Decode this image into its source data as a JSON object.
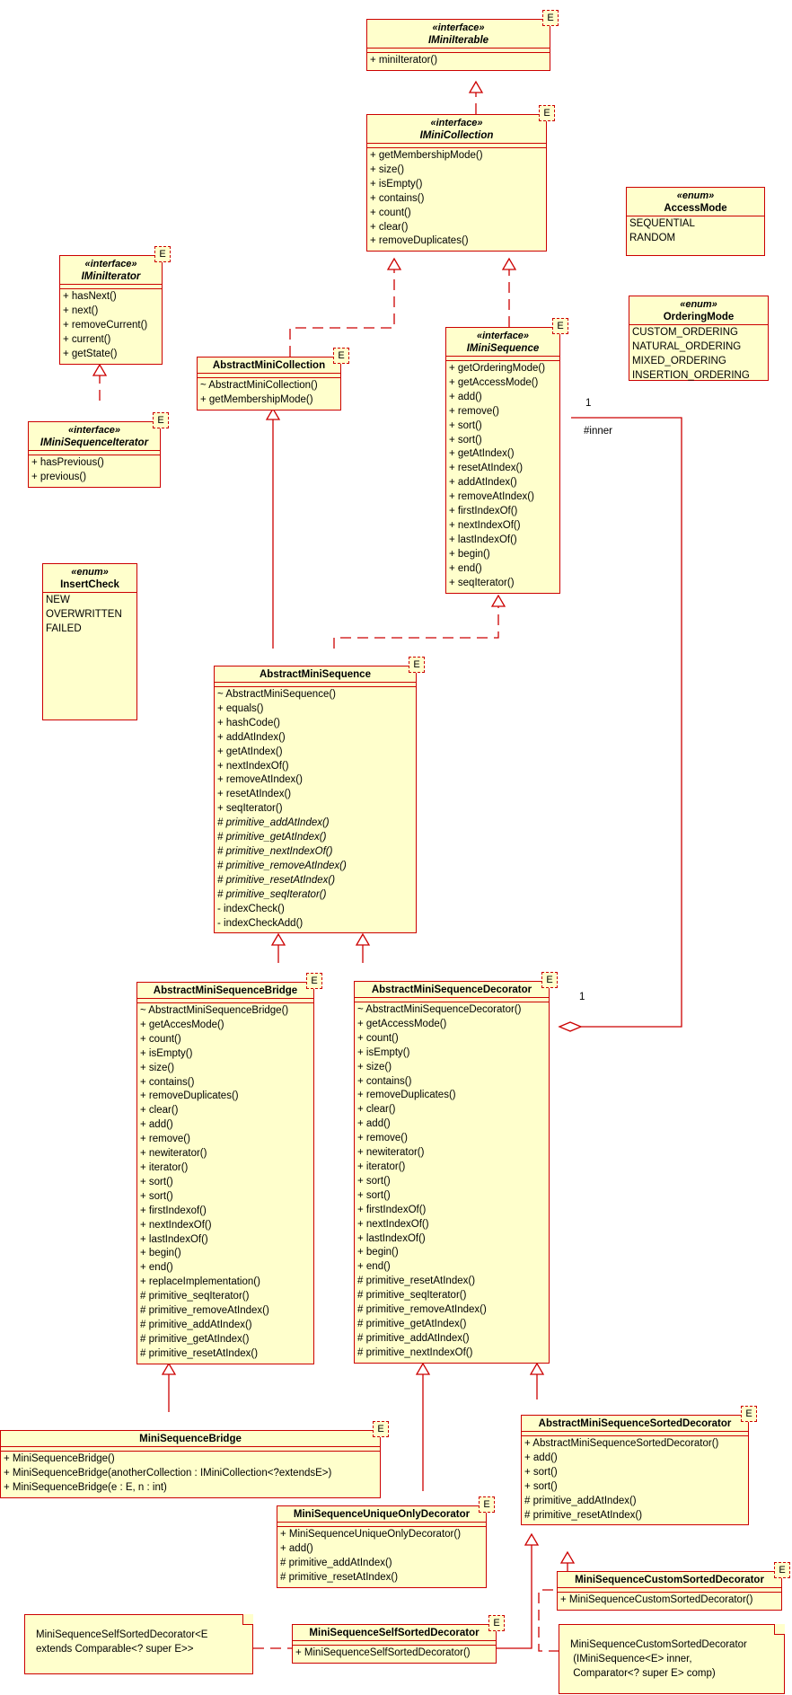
{
  "classes": {
    "IMiniIterable": {
      "stereotype": "«interface»",
      "name": "IMiniIterable",
      "italic": true,
      "tag": "E",
      "members": [
        "+ miniIterator()"
      ]
    },
    "IMiniCollection": {
      "stereotype": "«interface»",
      "name": "IMiniCollection",
      "italic": true,
      "tag": "E",
      "members": [
        "+ getMembershipMode()",
        "+ size()",
        "+ isEmpty()",
        "+ contains()",
        "+ count()",
        "+ clear()",
        "+ removeDuplicates()"
      ]
    },
    "IMiniIterator": {
      "stereotype": "«interface»",
      "name": "IMiniIterator",
      "italic": true,
      "tag": "E",
      "members": [
        "+ hasNext()",
        "+ next()",
        "+ removeCurrent()",
        "+ current()",
        "+ getState()"
      ]
    },
    "IMiniSequenceIterator": {
      "stereotype": "«interface»",
      "name": "IMiniSequenceIterator",
      "italic": true,
      "tag": "E",
      "members": [
        "+ hasPrevious()",
        "+ previous()"
      ]
    },
    "AbstractMiniCollection": {
      "name": "AbstractMiniCollection",
      "italic": false,
      "tag": "E",
      "members": [
        "~ AbstractMiniCollection()",
        "+ getMembershipMode()"
      ]
    },
    "IMiniSequence": {
      "stereotype": "«interface»",
      "name": "IMiniSequence",
      "italic": true,
      "tag": "E",
      "members": [
        "+ getOrderingMode()",
        "+ getAccessMode()",
        "+ add()",
        "+ remove()",
        "+ sort()",
        "+ sort()",
        "+ getAtIndex()",
        "+ resetAtIndex()",
        "+ addAtIndex()",
        "+ removeAtIndex()",
        "+ firstIndexOf()",
        "+ nextIndexOf()",
        "+ lastIndexOf()",
        "+ begin()",
        "+ end()",
        "+ seqIterator()"
      ]
    },
    "AbstractMiniSequence": {
      "name": "AbstractMiniSequence",
      "italic": false,
      "tag": "E",
      "members": [
        "~ AbstractMiniSequence()",
        "+ equals()",
        "+ hashCode()",
        "+ addAtIndex()",
        "+ getAtIndex()",
        "+ nextIndexOf()",
        "+ removeAtIndex()",
        "+ resetAtIndex()",
        "+ seqIterator()",
        "# primitive_addAtIndex()",
        "# primitive_getAtIndex()",
        "# primitive_nextIndexOf()",
        "# primitive_removeAtIndex()",
        "# primitive_resetAtIndex()",
        "# primitive_seqIterator()",
        "- indexCheck()",
        "- indexCheckAdd()"
      ],
      "abstract_members": [
        9,
        10,
        11,
        12,
        13,
        14
      ]
    },
    "AbstractMiniSequenceBridge": {
      "name": "AbstractMiniSequenceBridge",
      "italic": false,
      "tag": "E",
      "members": [
        "~ AbstractMiniSequenceBridge()",
        "+ getAccesMode()",
        "+ count()",
        "+ isEmpty()",
        "+ size()",
        "+ contains()",
        "+ removeDuplicates()",
        "+ clear()",
        "+ add()",
        "+ remove()",
        "+ newiterator()",
        "+ iterator()",
        "+ sort()",
        "+ sort()",
        "+ firstIndexof()",
        "+ nextIndexOf()",
        "+ lastIndexOf()",
        "+ begin()",
        "+ end()",
        "+ replaceImplementation()",
        "# primitive_seqIterator()",
        "# primitive_removeAtIndex()",
        "# primitive_addAtIndex()",
        "# primitive_getAtIndex()",
        "# primitive_resetAtIndex()"
      ]
    },
    "AbstractMiniSequenceDecorator": {
      "name": "AbstractMiniSequenceDecorator",
      "italic": false,
      "tag": "E",
      "members": [
        "~ AbstractMiniSequenceDecorator()",
        "+ getAccessMode()",
        "+ count()",
        "+ isEmpty()",
        "+ size()",
        "+ contains()",
        "+ removeDuplicates()",
        "+ clear()",
        "+ add()",
        "+ remove()",
        "+ newiterator()",
        "+ iterator()",
        "+ sort()",
        "+ sort()",
        "+ firstIndexOf()",
        "+ nextIndexOf()",
        "+ lastIndexOf()",
        "+ begin()",
        "+ end()",
        "# primitive_resetAtIndex()",
        "# primitive_seqIterator()",
        "# primitive_removeAtIndex()",
        "# primitive_getAtIndex()",
        "# primitive_addAtIndex()",
        "# primitive_nextIndexOf()"
      ]
    },
    "MiniSequenceBridge": {
      "name": "MiniSequenceBridge",
      "italic": false,
      "tag": "E",
      "members": [
        "+ MiniSequenceBridge()",
        "+ MiniSequenceBridge(anotherCollection : IMiniCollection<?extendsE>)",
        "+ MiniSequenceBridge(e : E, n : int)"
      ]
    },
    "MiniSequenceUniqueOnlyDecorator": {
      "name": "MiniSequenceUniqueOnlyDecorator",
      "italic": false,
      "tag": "E",
      "members": [
        "+ MiniSequenceUniqueOnlyDecorator()",
        "+ add()",
        "# primitive_addAtIndex()",
        "# primitive_resetAtIndex()"
      ]
    },
    "AbstractMiniSequenceSortedDecorator": {
      "name": "AbstractMiniSequenceSortedDecorator",
      "italic": false,
      "tag": "E",
      "members": [
        "+ AbstractMiniSequenceSortedDecorator()",
        "+ add()",
        "+ sort()",
        "+ sort()",
        "# primitive_addAtIndex()",
        "# primitive_resetAtIndex()"
      ]
    },
    "MiniSequenceCustomSortedDecorator": {
      "name": "MiniSequenceCustomSortedDecorator",
      "italic": false,
      "tag": "E",
      "members": [
        "+ MiniSequenceCustomSortedDecorator()"
      ]
    },
    "MiniSequenceSelfSortedDecorator": {
      "name": "MiniSequenceSelfSortedDecorator",
      "italic": false,
      "tag": "E",
      "members": [
        "+ MiniSequenceSelfSortedDecorator()"
      ]
    }
  },
  "enums": {
    "AccessMode": {
      "stereotype": "«enum»",
      "name": "AccessMode",
      "literals": [
        "SEQUENTIAL",
        "RANDOM"
      ]
    },
    "OrderingMode": {
      "stereotype": "«enum»",
      "name": "OrderingMode",
      "literals": [
        "CUSTOM_ORDERING",
        "NATURAL_ORDERING",
        "MIXED_ORDERING",
        "INSERTION_ORDERING"
      ]
    },
    "InsertCheck": {
      "stereotype": "«enum»",
      "name": "InsertCheck",
      "literals": [
        "NEW",
        "OVERWRITTEN",
        "FAILED"
      ]
    }
  },
  "notes": {
    "self_sorted": [
      "MiniSequenceSelfSortedDecorator<E",
      "extends Comparable<? super E>>"
    ],
    "custom_sorted": [
      "MiniSequenceCustomSortedDecorator",
      " (IMiniSequence<E> inner,",
      " Comparator<? super E> comp)"
    ]
  },
  "association": {
    "role": "#inner",
    "multiplicity_source": "1",
    "multiplicity_target": "1"
  },
  "colors": {
    "line": "#cc0000",
    "fill": "#ffffcc"
  }
}
